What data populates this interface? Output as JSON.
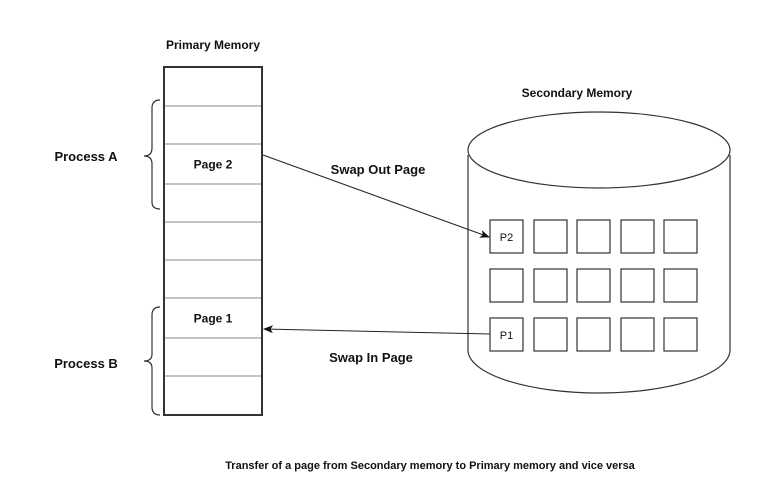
{
  "primary_memory": {
    "title": "Primary Memory",
    "slots": [
      "",
      "",
      "Page 2",
      "",
      "",
      "",
      "Page 1",
      "",
      ""
    ]
  },
  "processes": [
    {
      "label": "Process A"
    },
    {
      "label": "Process B"
    }
  ],
  "secondary_memory": {
    "title": "Secondary Memory",
    "grid": [
      [
        "P2",
        "",
        "",
        "",
        ""
      ],
      [
        "",
        "",
        "",
        "",
        ""
      ],
      [
        "P1",
        "",
        "",
        "",
        ""
      ]
    ]
  },
  "arrows": {
    "swap_out": "Swap Out Page",
    "swap_in": "Swap In Page"
  },
  "caption": "Transfer of a page from Secondary memory to Primary memory and vice versa",
  "colors": {
    "stroke": "#333333",
    "row_line": "#8a8a8a",
    "text": "#111111"
  }
}
